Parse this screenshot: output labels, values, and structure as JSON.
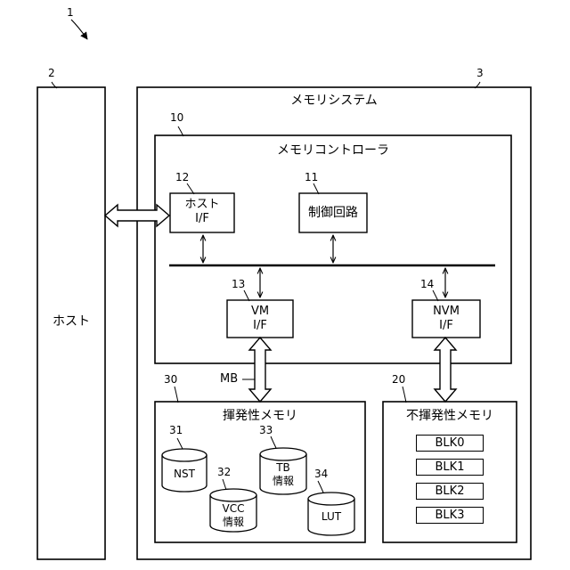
{
  "refs": {
    "system_diagram": "1",
    "host": "2",
    "memory_system": "3",
    "memory_controller": "10",
    "control_circuit": "11",
    "host_if": "12",
    "vm_if": "13",
    "nvm_if": "14",
    "nonvolatile_memory": "20",
    "volatile_memory": "30",
    "nst": "31",
    "vcc_info": "32",
    "tb_info": "33",
    "lut": "34"
  },
  "host": {
    "label": "ホスト"
  },
  "memory_system": {
    "label": "メモリシステム"
  },
  "memory_controller": {
    "label": "メモリコントローラ",
    "host_if": {
      "line1": "ホスト",
      "line2": "I/F"
    },
    "control_circuit": {
      "label": "制御回路"
    },
    "vm_if": {
      "line1": "VM",
      "line2": "I/F"
    },
    "nvm_if": {
      "line1": "NVM",
      "line2": "I/F"
    }
  },
  "bus_label": "MB",
  "volatile_memory": {
    "label": "揮発性メモリ",
    "nst": "NST",
    "vcc_info": {
      "line1": "VCC",
      "line2": "情報"
    },
    "tb_info": {
      "line1": "TB",
      "line2": "情報"
    },
    "lut": "LUT"
  },
  "nonvolatile_memory": {
    "label": "不揮発性メモリ",
    "blocks": [
      "BLK0",
      "BLK1",
      "BLK2",
      "BLK3"
    ]
  }
}
